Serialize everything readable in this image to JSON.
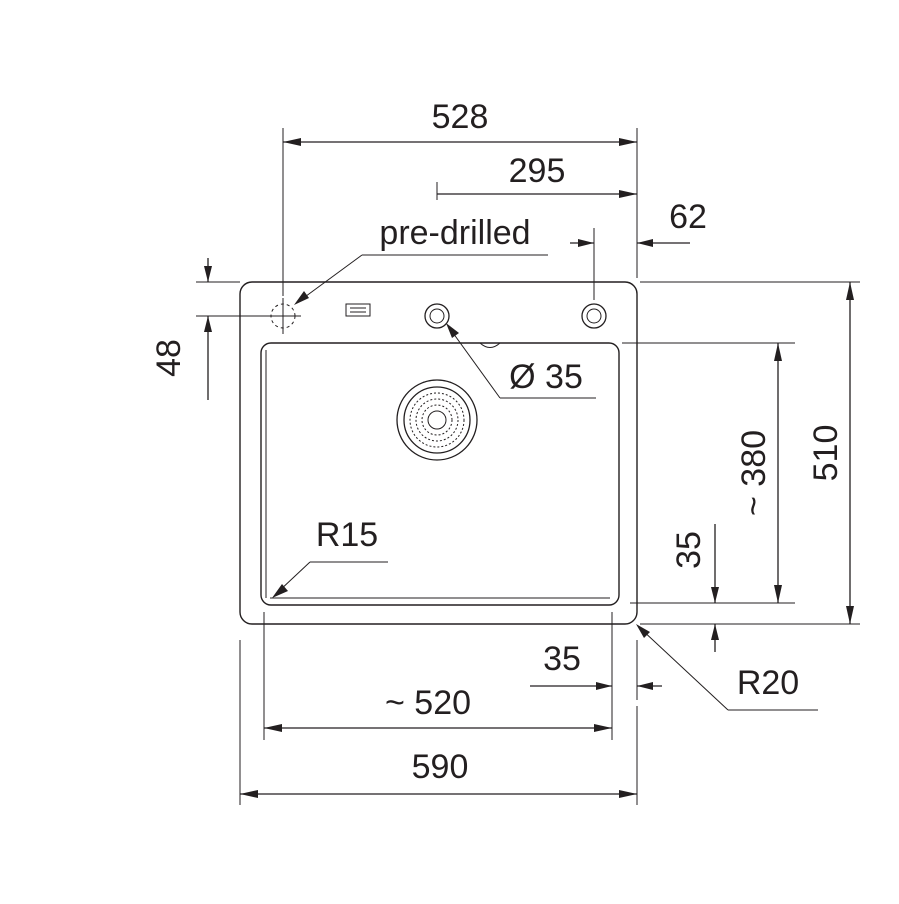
{
  "dimensions": {
    "overall_width_inner": "528",
    "tap_to_edge": "295",
    "hole_to_edge": "62",
    "predrilled_label": "pre-drilled",
    "deck_depth": "48",
    "hole_diameter": "Ø 35",
    "bowl_depth": "~ 380",
    "overall_depth": "510",
    "bowl_radius": "R15",
    "front_rim": "35",
    "side_rim": "35",
    "bowl_width": "~ 520",
    "overall_width": "590",
    "outer_radius": "R20"
  },
  "colors": {
    "line": "#231f20",
    "background": "#ffffff"
  }
}
